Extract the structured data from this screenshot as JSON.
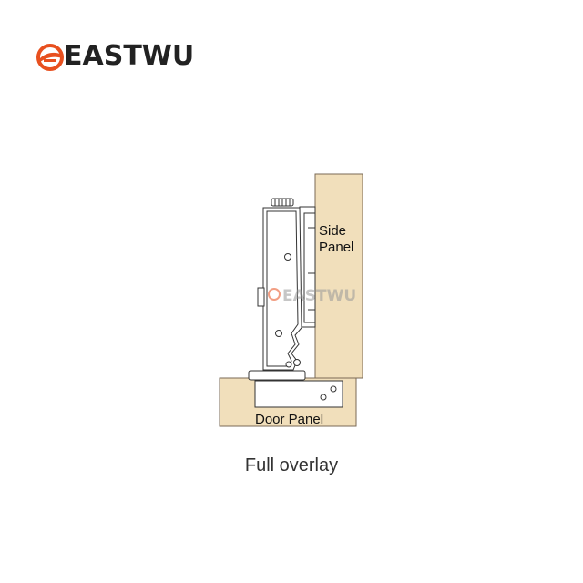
{
  "brand": {
    "name": "EASTWU",
    "accent": "#e8501f"
  },
  "diagram": {
    "side_panel_line1": "Side",
    "side_panel_line2": "Panel",
    "door_panel": "Door Panel",
    "watermark": "EASTWU",
    "panel_color": "#f1dfbb"
  },
  "caption": "Full overlay",
  "icons": [
    "eastwu-logo-icon",
    "hinge-icon"
  ]
}
